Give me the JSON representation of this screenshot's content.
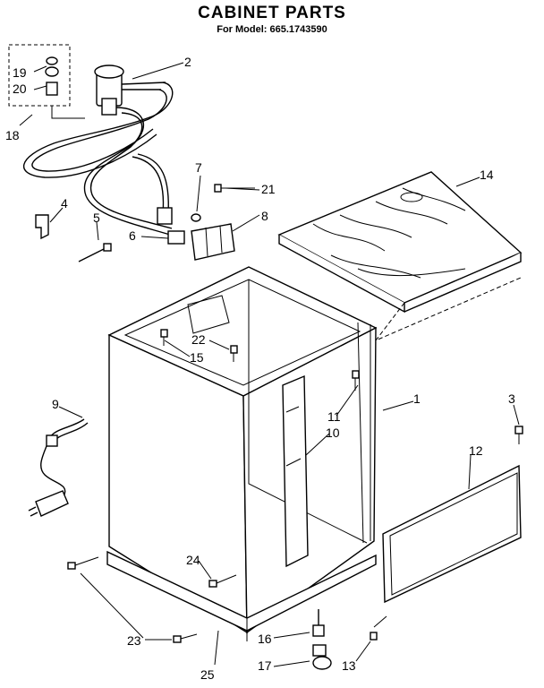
{
  "header": {
    "title": "CABINET PARTS",
    "subtitle": "For Model: 665.1743590"
  },
  "callouts": {
    "c1": "1",
    "c2": "2",
    "c3": "3",
    "c4": "4",
    "c5": "5",
    "c6": "6",
    "c7": "7",
    "c8": "8",
    "c9": "9",
    "c10": "10",
    "c11": "11",
    "c12": "12",
    "c13": "13",
    "c14": "14",
    "c15": "15",
    "c16": "16",
    "c17": "17",
    "c18": "18",
    "c19": "19",
    "c20": "20",
    "c21": "21",
    "c22": "22",
    "c23": "23",
    "c24": "24",
    "c25": "25"
  }
}
